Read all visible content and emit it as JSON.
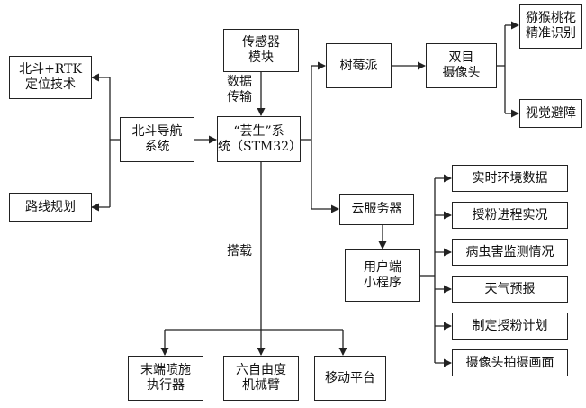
{
  "nodes": {
    "beidou_rtk": "北斗+RTK\n定位技术",
    "route_planning": "路线规划",
    "beidou_nav": "北斗导航\n系统",
    "sensor": "传感器\n模块",
    "core": "“芸生”系\n统（STM32）",
    "raspberry": "树莓派",
    "camera": "双目\n摄像头",
    "recognition": "猕猴桃花\n精准识别",
    "obstacle": "视觉避障",
    "cloud": "云服务器",
    "miniprogram": "用户端\n小程序",
    "sprayer": "末端喷施\n执行器",
    "arm": "六自由度\n机械臂",
    "platform": "移动平台"
  },
  "app_items": [
    "实时环境数据",
    "授粉进程实况",
    "病虫害监测情况",
    "天气预报",
    "制定授粉计划",
    "摄像头拍摄画面"
  ],
  "labels": {
    "data_transfer": "数据\n传输",
    "mount": "搭载"
  }
}
